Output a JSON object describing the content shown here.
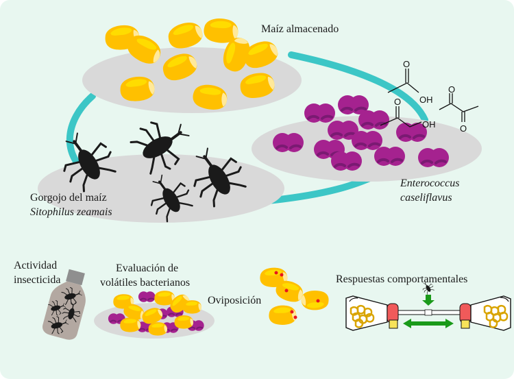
{
  "colors": {
    "background": "#e8f7f0",
    "plate": "#d9d9d9",
    "cycle_arrow": "#3cc6c6",
    "corn": "#ffc000",
    "corn_light": "#ffe36a",
    "corn_tip": "#ffe99a",
    "bacteria": "#a5228f",
    "bacteria_dark": "#7a1a72",
    "weevil": "#1a1a1a",
    "bottle": "#b3a8a1",
    "bottle_cap": "#8f8f8f",
    "egg_dot": "#e8141e",
    "trap_red": "#f05a5a",
    "trap_yellow": "#f7e35a",
    "green_arrow": "#1a9a1a"
  },
  "labels": {
    "stored_maize": "Maíz almacenado",
    "bacteria_line1": "Enterococcus",
    "bacteria_line2": "caseliflavus",
    "weevil_common": "Gorgojo del maíz",
    "weevil_species": "Sitophilus zeamais",
    "insecticidal_line1": "Actividad",
    "insecticidal_line2": "insecticida",
    "volatiles_line1": "Evaluación de",
    "volatiles_line2": "volátiles bacterianos",
    "oviposition": "Oviposición",
    "behavioral": "Respuestas comportamentales"
  },
  "chemistry": {
    "acetic_acid_O": "O",
    "acetic_acid_OH": "OH",
    "acetoin_O": "O",
    "acetoin_OH": "OH",
    "diacetyl_O_top": "O",
    "diacetyl_O_bottom": "O"
  }
}
